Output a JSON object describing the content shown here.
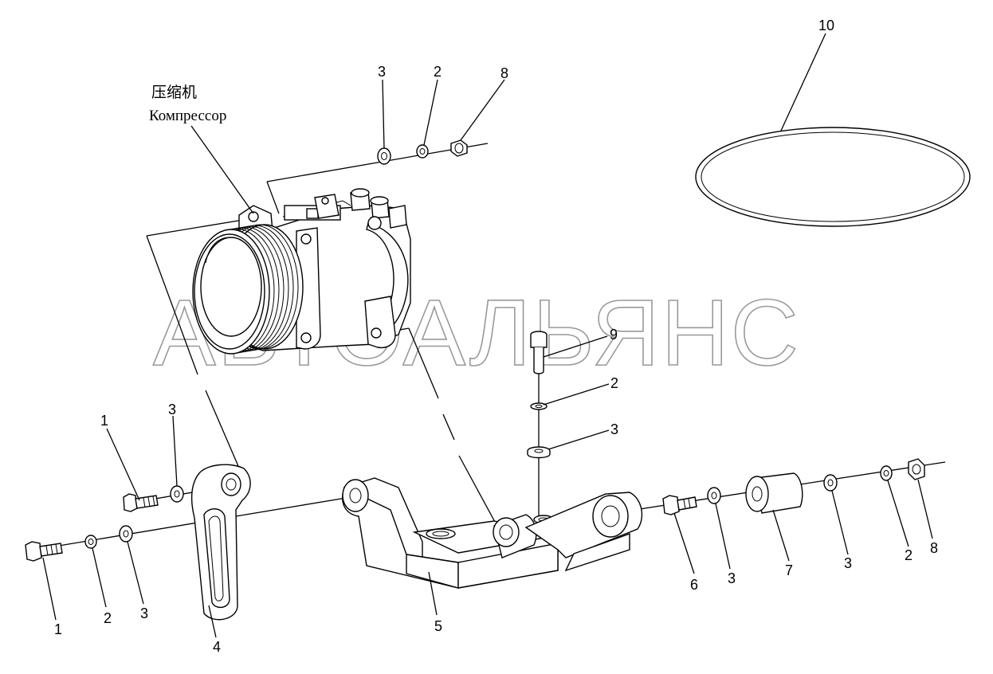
{
  "caption": {
    "line1": "压缩机",
    "line2": "Компрессор"
  },
  "watermark": "АВТОАЛЬЯНС",
  "callouts": {
    "c1a": "1",
    "c1b": "1",
    "c2a": "2",
    "c2b": "2",
    "c2c": "2",
    "c2d": "2",
    "c3a": "3",
    "c3b": "3",
    "c3c": "3",
    "c3d": "3",
    "c3e": "3",
    "c3f": "3",
    "c4": "4",
    "c5": "5",
    "c6": "6",
    "c7": "7",
    "c8a": "8",
    "c8b": "8",
    "c9": "9",
    "c10": "10"
  }
}
